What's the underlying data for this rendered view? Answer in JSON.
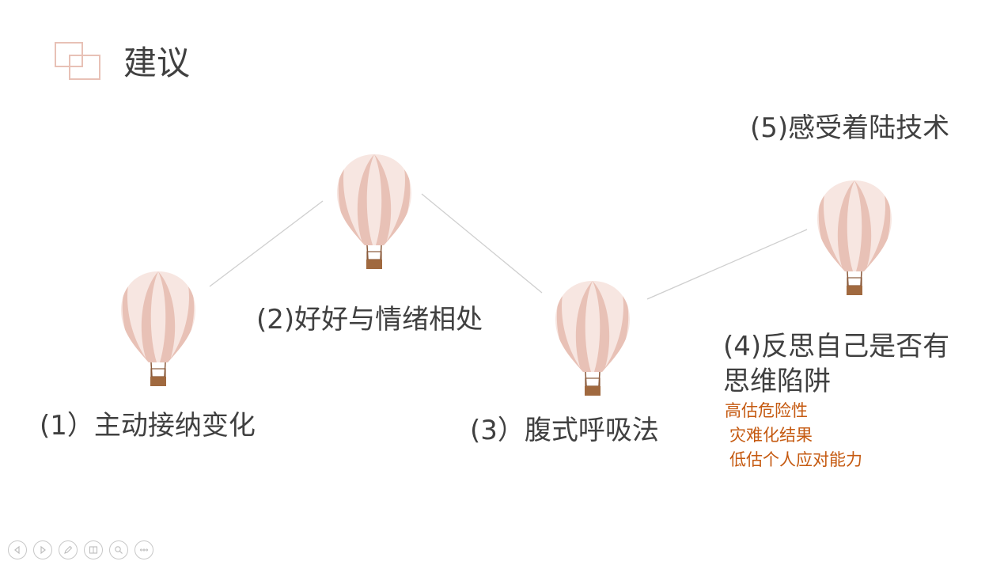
{
  "slide": {
    "title": "建议",
    "items": [
      {
        "label": "(1）主动接纳变化"
      },
      {
        "label": "(2)好好与情绪相处"
      },
      {
        "label": "(3）腹式呼吸法"
      },
      {
        "label": "(4)反思自己是否有思维陷阱",
        "details": [
          "高估危险性",
          "灾难化结果",
          "低估个人应对能力"
        ]
      },
      {
        "label": "(5)感受着陆技术"
      }
    ]
  },
  "colors": {
    "text": "#404040",
    "accent_orange": "#c55a11",
    "balloon_light": "#f7e6e1",
    "balloon_dark": "#e8c1b6",
    "basket": "#8a5a3b",
    "connector": "#cfcfcf",
    "nav_icon": "#bdbdbd"
  },
  "nav": {
    "icons": [
      "prev-icon",
      "next-icon",
      "pen-icon",
      "slides-icon",
      "zoom-icon",
      "more-icon"
    ]
  }
}
